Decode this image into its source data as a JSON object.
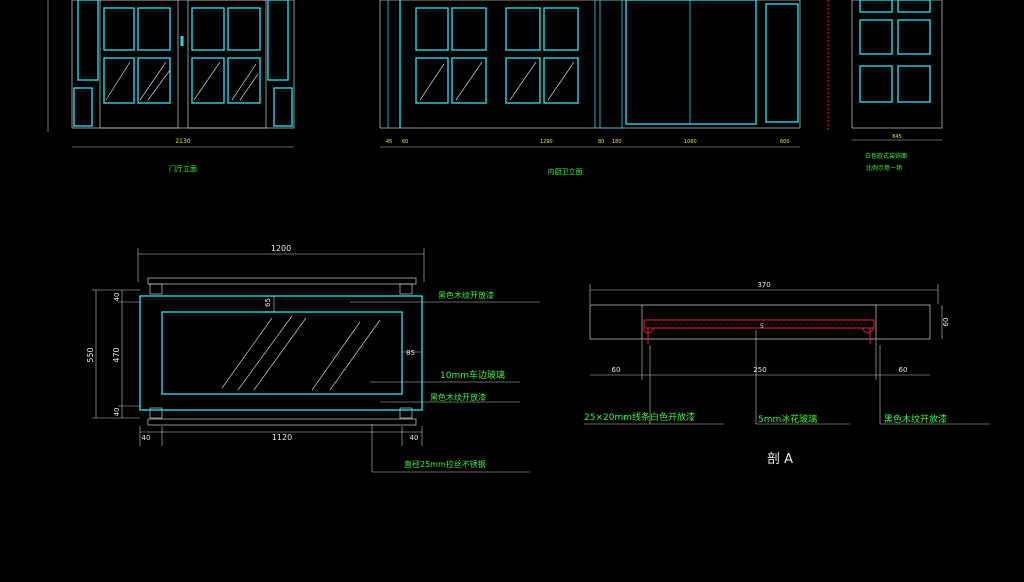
{
  "elevations": {
    "left_caption": "门厅立面",
    "mid_caption": "内厨卫立面",
    "right_caption_line1": "白色欧式装饰面",
    "right_caption_line2": "比例示意一场",
    "left_width": "2130",
    "right_width": "845",
    "mid_dims": [
      "45",
      "60",
      "1290",
      "80",
      "180",
      "1060",
      "600"
    ]
  },
  "front_view": {
    "top_width": "1200",
    "bottom_width": "1120",
    "left_height": "550",
    "inner_height": "470",
    "top_margin": "40",
    "bottom_margin": "40",
    "side_left": "40",
    "side_right": "40",
    "inset_top": "65",
    "inset_right": "85",
    "note_frame_top": "黑色木纹开放漆",
    "note_glass": "10mm车边玻璃",
    "note_frame_bottom": "黑色木纹开放漆",
    "note_rail": "直径25mm拉丝不锈钢"
  },
  "section_a": {
    "width": "370",
    "height": "60",
    "left": "60",
    "middle": "250",
    "right": "60",
    "small_dim": "5",
    "note_left": "25×20mm线条白色开放漆",
    "note_mid": "5mm冰花玻璃",
    "note_right": "黑色木纹开放漆",
    "title": "剖 A"
  },
  "colors": {
    "background": "#000000",
    "frame": "#2fd3e0",
    "dimension": "#c9c9c9",
    "note": "#3ef03e",
    "dim_value": "#e6e62c",
    "section_red": "#e0242a"
  }
}
